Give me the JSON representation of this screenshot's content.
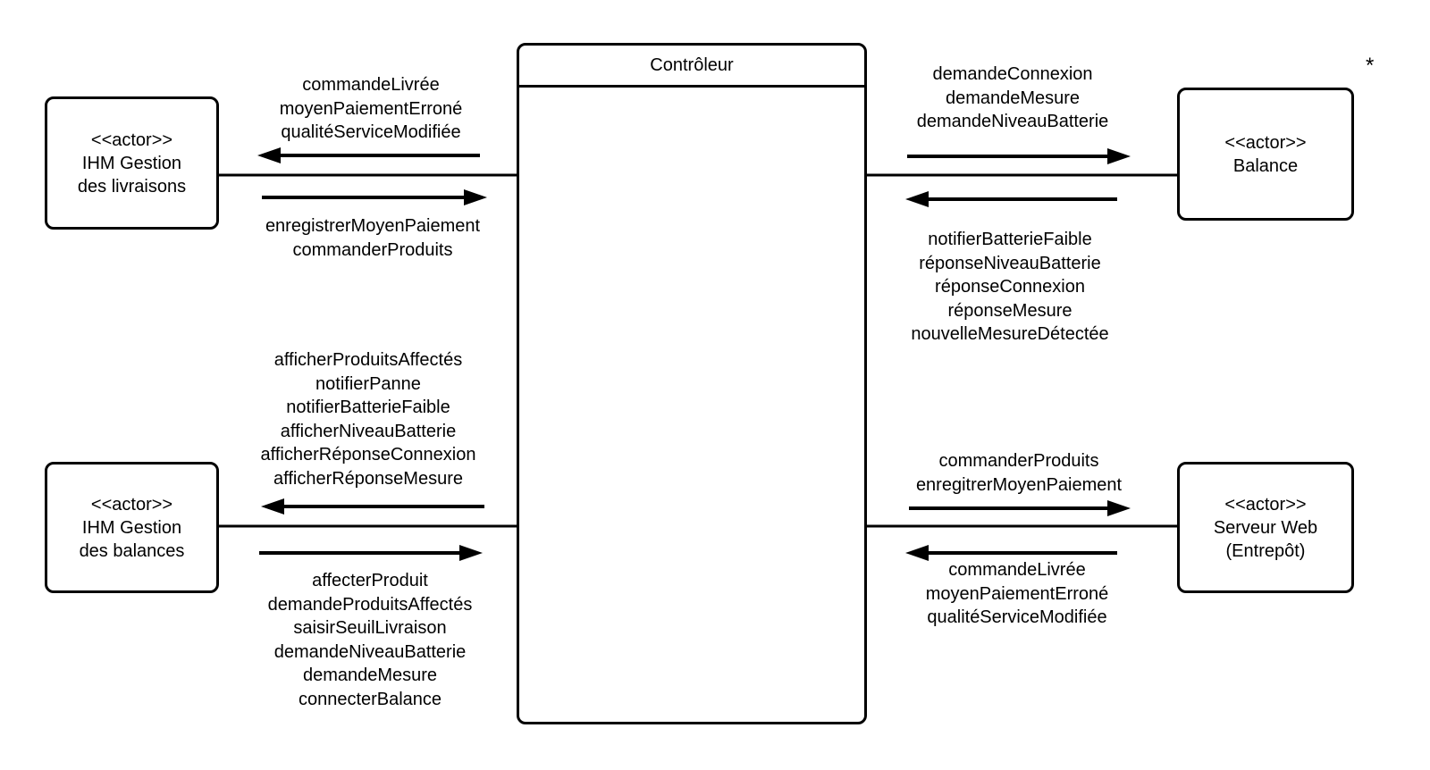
{
  "colors": {
    "ink": "#000000",
    "background": "#ffffff"
  },
  "controller": {
    "title": "Contrôleur"
  },
  "actors": {
    "ihm_livraisons": {
      "lines": [
        "<<actor>>",
        "IHM Gestion",
        "des livraisons"
      ]
    },
    "balance": {
      "lines": [
        "<<actor>>",
        "Balance"
      ],
      "multiplicity": "*"
    },
    "ihm_balances": {
      "lines": [
        "<<actor>>",
        "IHM Gestion",
        "des balances"
      ]
    },
    "serveur_web": {
      "lines": [
        "<<actor>>",
        "Serveur Web",
        "(Entrepôt)"
      ]
    }
  },
  "messages": {
    "controller_to_ihm_livraisons": [
      "commandeLivrée",
      "moyenPaiementErroné",
      "qualitéServiceModifiée"
    ],
    "ihm_livraisons_to_controller": [
      "enregistrerMoyenPaiement",
      "commanderProduits"
    ],
    "controller_to_balance": [
      "demandeConnexion",
      "demandeMesure",
      "demandeNiveauBatterie"
    ],
    "balance_to_controller": [
      "notifierBatterieFaible",
      "réponseNiveauBatterie",
      "réponseConnexion",
      "réponseMesure",
      "nouvelleMesureDétectée"
    ],
    "controller_to_ihm_balances": [
      "afficherProduitsAffectés",
      "notifierPanne",
      "notifierBatterieFaible",
      "afficherNiveauBatterie",
      "afficherRéponseConnexion",
      "afficherRéponseMesure"
    ],
    "ihm_balances_to_controller": [
      "affecterProduit",
      "demandeProduitsAffectés",
      "saisirSeuilLivraison",
      "demandeNiveauBatterie",
      "demandeMesure",
      "connecterBalance"
    ],
    "controller_to_serveur_web": [
      "commanderProduits",
      "enregitrerMoyenPaiement"
    ],
    "serveur_web_to_controller": [
      "commandeLivrée",
      "moyenPaiementErroné",
      "qualitéServiceModifiée"
    ]
  }
}
